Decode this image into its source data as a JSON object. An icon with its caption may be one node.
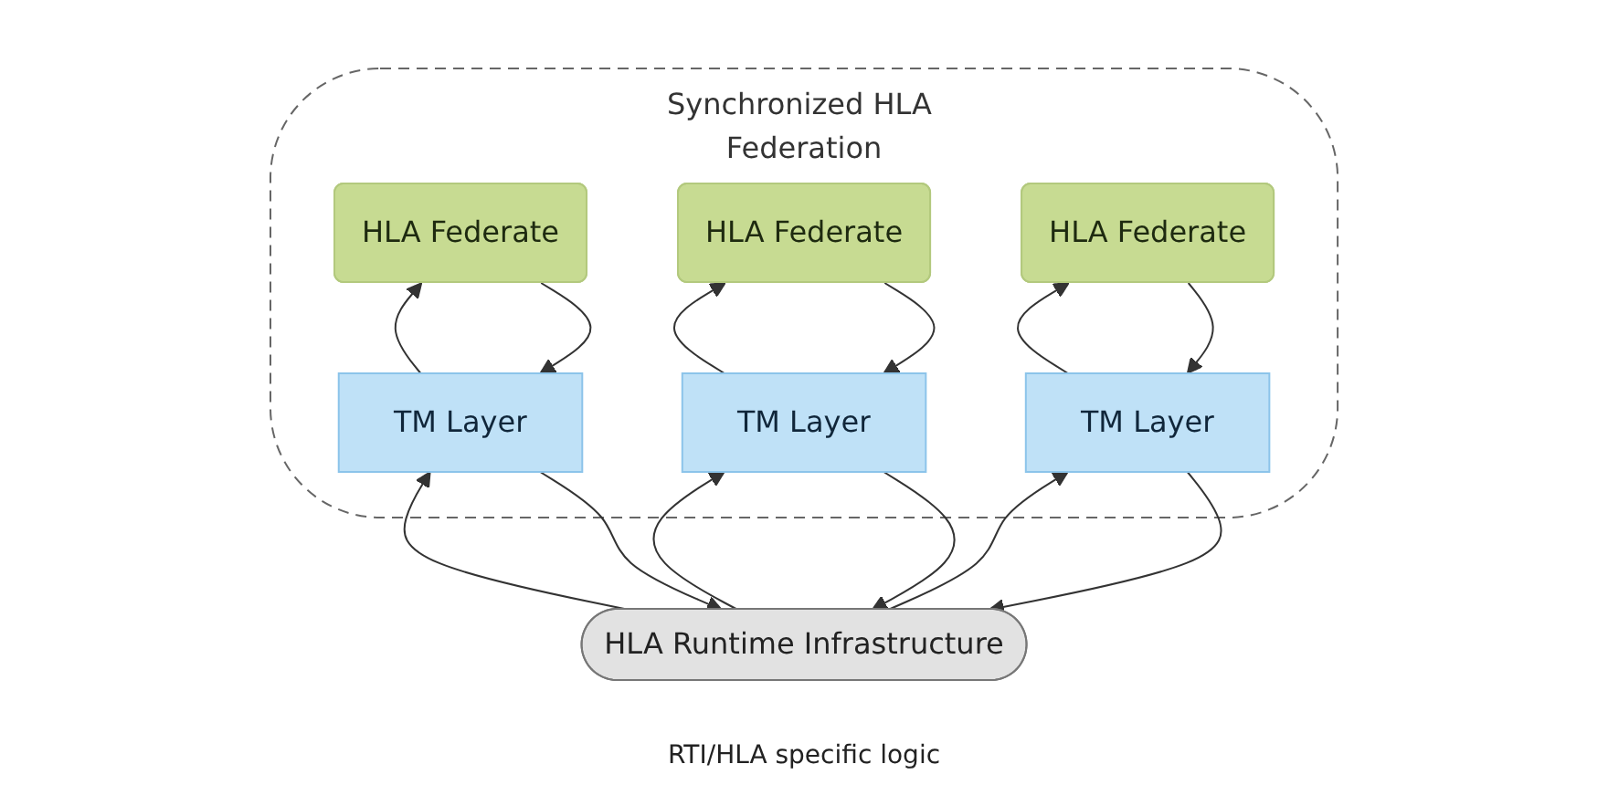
{
  "diagram": {
    "nodes": [
      {
        "text": [
          "Synchronized HLA Federation"
        ]
      },
      {
        "text": [
          "HLA Federate"
        ],
        "in": 0
      },
      {
        "text": [
          "TM Layer"
        ],
        "in": 0
      },
      {
        "text": [
          "HLA Federate"
        ],
        "in": 0
      },
      {
        "text": [
          "TM Layer"
        ],
        "in": 0
      },
      {
        "text": [
          "HLA Federate"
        ],
        "in": 0
      },
      {
        "text": [
          "TM Layer"
        ],
        "in": 0
      },
      {
        "text": [
          "HLA Runtime Infrastructure"
        ]
      }
    ],
    "edges": [
      {
        "from": 1,
        "to": 2,
        "arrow": "to"
      },
      {
        "from": 2,
        "to": 1,
        "arrow": "to"
      },
      {
        "from": 3,
        "to": 4,
        "arrow": "to"
      },
      {
        "from": 4,
        "to": 3,
        "arrow": "to"
      },
      {
        "from": 5,
        "to": 6,
        "arrow": "to"
      },
      {
        "from": 6,
        "to": 5,
        "arrow": "to"
      },
      {
        "from": 2,
        "to": 7,
        "arrow": "to"
      },
      {
        "from": 7,
        "to": 2,
        "arrow": "to"
      },
      {
        "from": 4,
        "to": 7,
        "arrow": "to"
      },
      {
        "from": 7,
        "to": 4,
        "arrow": "to"
      },
      {
        "from": 6,
        "to": 7,
        "arrow": "to"
      },
      {
        "from": 7,
        "to": 6,
        "arrow": "to"
      }
    ],
    "labels": [
      "RTI/HLA specific logic"
    ]
  }
}
